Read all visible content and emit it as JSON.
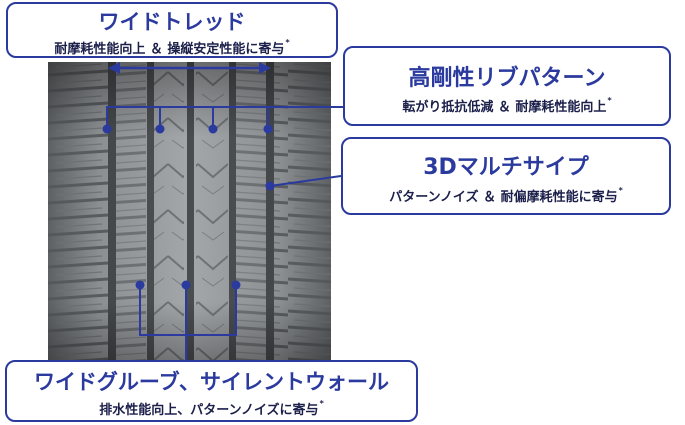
{
  "callouts": {
    "wide_tread": {
      "title": "ワイドトレッド",
      "subtitle": "耐摩耗性能向上 ＆ 操縦安定性能に寄与",
      "mark": "*"
    },
    "high_rigidity_rib": {
      "title": "高剛性リブパターン",
      "subtitle": "転がり抵抗低減 ＆ 耐摩耗性能向上",
      "mark": "*"
    },
    "sipe_3d": {
      "title": "3Dマルチサイプ",
      "subtitle": "パターンノイズ ＆ 耐偏摩耗性能に寄与",
      "mark": "*"
    },
    "wide_groove": {
      "title": "ワイドグルーブ、サイレントウォール",
      "subtitle": "排水性能向上、パターンノイズに寄与",
      "mark": "*"
    }
  },
  "colors": {
    "accent": "#2b3a9e",
    "callout_text": "#1b1f4a",
    "rubber": "#8d9093"
  }
}
